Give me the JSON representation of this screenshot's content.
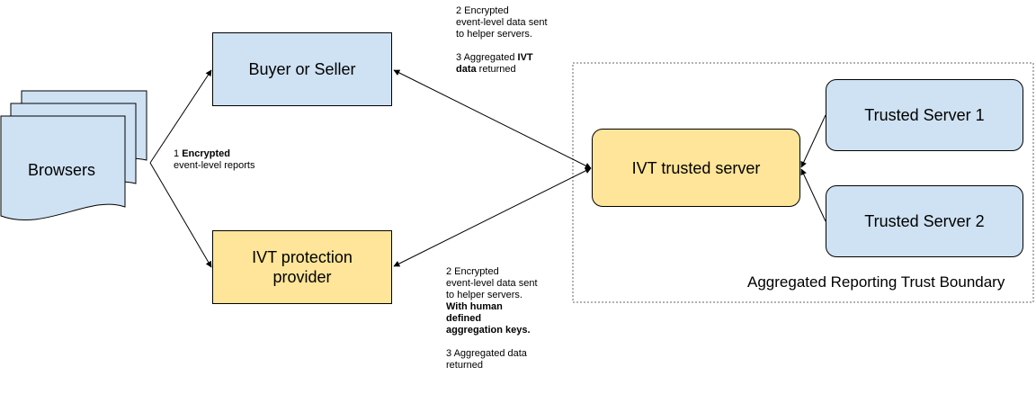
{
  "nodes": {
    "browsers": "Browsers",
    "buyer_seller": "Buyer or Seller",
    "ivt_provider": "IVT protection provider",
    "ivt_server": "IVT trusted server",
    "trusted_server_1": "Trusted Server 1",
    "trusted_server_2": "Trusted Server 2"
  },
  "boundary": {
    "label": "Aggregated Reporting Trust Boundary"
  },
  "notes": {
    "reports": {
      "num": "1 ",
      "bold": "Encrypted",
      "rest": "event-level reports"
    },
    "top": {
      "line1": "2 Encrypted",
      "line2": "event-level data sent",
      "line3": "to helper servers.",
      "line4_plain": "3 Aggregated ",
      "line4_bold": "IVT",
      "line5_bold": "data",
      "line5_plain": " returned"
    },
    "bottom": {
      "line1": "2 Encrypted",
      "line2": "event-level data sent",
      "line3": "to helper servers.",
      "line4_bold": "With human",
      "line5_bold": "defined",
      "line6_bold": "aggregation keys.",
      "line7": "3 Aggregated data",
      "line8": "returned"
    }
  },
  "colors": {
    "blue_fill": "#cfe2f3",
    "yellow_fill": "#ffe599",
    "stroke": "#000000",
    "boundary_dash": "#666666"
  }
}
